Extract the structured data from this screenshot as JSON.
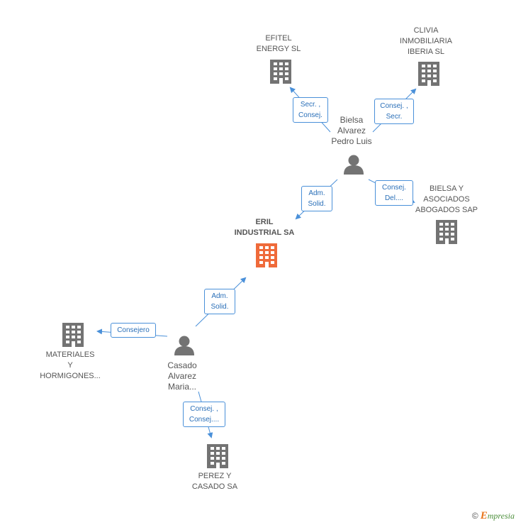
{
  "nodes": {
    "efitel": {
      "label": "EFITEL\nENERGY  SL",
      "type": "company"
    },
    "clivia": {
      "label": "CLIVIA\nINMOBILIARIA\nIBERIA SL",
      "type": "company"
    },
    "bielsa_person": {
      "label": "Bielsa\nAlvarez\nPedro Luis",
      "type": "person"
    },
    "bielsa_asociados": {
      "label": "BIELSA Y\nASOCIADOS\nABOGADOS SAP",
      "type": "company"
    },
    "eril": {
      "label": "ERIL\nINDUSTRIAL SA",
      "type": "company",
      "highlight": true
    },
    "materiales": {
      "label": "MATERIALES\nY\nHORMIGONES...",
      "type": "company"
    },
    "casado_person": {
      "label": "Casado\nAlvarez\nMaria...",
      "type": "person"
    },
    "perez": {
      "label": "PEREZ Y\nCASADO SA",
      "type": "company"
    }
  },
  "edges": {
    "bielsa_efitel": "Secr. ,\nConsej.",
    "bielsa_clivia": "Consej. ,\nSecr.",
    "bielsa_eril": "Adm.\nSolid.",
    "bielsa_asociados": "Consej.\nDel....",
    "casado_eril": "Adm.\nSolid.",
    "casado_materiales": "Consejero",
    "casado_perez": "Consej. ,\nConsej...."
  },
  "colors": {
    "company": "#737373",
    "highlight": "#ef6a3a",
    "person": "#737373",
    "edge": "#4a90d9"
  },
  "footer": {
    "copyright": "©",
    "brand_initial": "E",
    "brand_rest": "mpresia"
  }
}
